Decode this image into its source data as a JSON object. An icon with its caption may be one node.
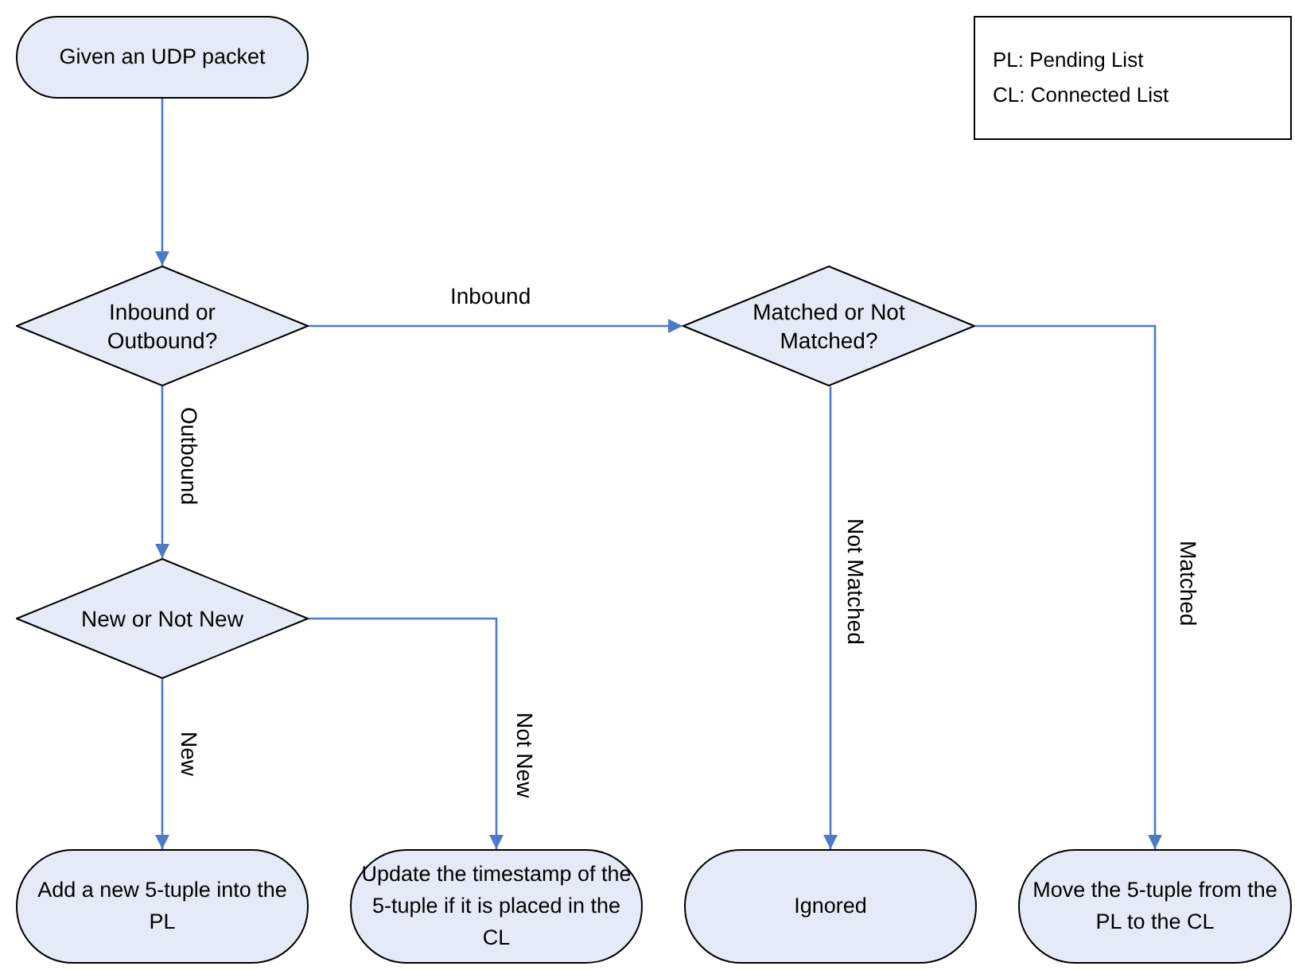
{
  "diagram": {
    "nodes": [
      {
        "text": [
          "Given an UDP packet"
        ]
      },
      {
        "text": [
          "Inbound or Outbound?"
        ]
      },
      {
        "text": [
          "Matched or Not Matched?"
        ]
      },
      {
        "text": [
          "New or Not New"
        ]
      },
      {
        "text": [
          "Add a new 5-tuple into the PL"
        ]
      },
      {
        "text": [
          "Update the timestamp of the 5-tuple if it is placed in the CL"
        ]
      },
      {
        "text": [
          "Ignored"
        ]
      },
      {
        "text": [
          "Move the 5-tuple from the PL to the CL"
        ]
      },
      {
        "text": [
          "PL: Pending List",
          "CL: Connected List"
        ]
      }
    ],
    "edges": [
      {
        "from": 0,
        "to": 1,
        "arrow": "to"
      },
      {
        "from": 1,
        "to": 2,
        "arrow": "to",
        "label": "Inbound"
      },
      {
        "from": 1,
        "to": 3,
        "arrow": "to",
        "label": "Outbound"
      },
      {
        "from": 2,
        "to": 6,
        "arrow": "to",
        "label": "Not Matched"
      },
      {
        "from": 2,
        "to": 7,
        "arrow": "to",
        "label": "Matched"
      },
      {
        "from": 3,
        "to": 4,
        "arrow": "to",
        "label": "New"
      },
      {
        "from": 3,
        "to": 5,
        "arrow": "to",
        "label": "Not New"
      }
    ]
  }
}
